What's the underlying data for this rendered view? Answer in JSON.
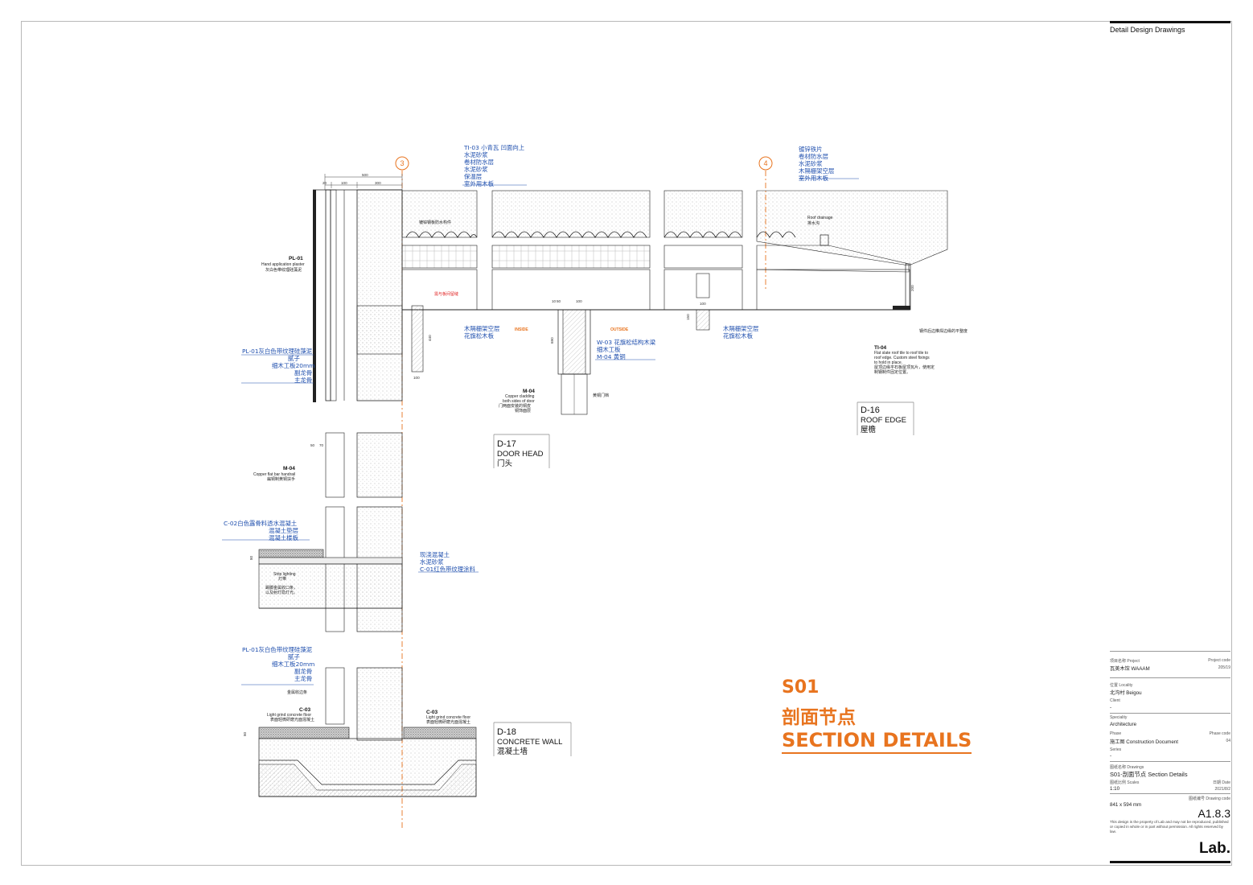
{
  "title_block": {
    "header": "Detail Design Drawings",
    "project_label": "项目名称 Project",
    "project_code_label": "Project code",
    "project_value": "瓦美木馆 WAAAM",
    "project_code_value": "205/19",
    "locality_label": "位置 Locality",
    "locality_value": "北沟村 Beigou",
    "client_label": "Client",
    "client_value": "-",
    "speciality_label": "Speciality",
    "speciality_value": "Architecture",
    "phase_label": "Phase",
    "phase_code_label": "Phase code",
    "phase_value": "施工图 Construction Document",
    "phase_code_value": "04",
    "series_label": "Series",
    "series_value": "-",
    "drawings_label": "图纸名称 Drawings",
    "drawings_value": "S01-剖面节点 Section Details",
    "scales_label": "图纸比例 Scales",
    "date_label": "日期 Date",
    "scales_value": "1:10",
    "date_value": "2021/8/2",
    "drawing_code_label": "图纸编号 Drawing code",
    "size_value": "841 x 594 mm",
    "sheet_number": "A1.8.3",
    "note": "This design is the property of Lab and may not be reproduced, published or copied in whole or in part without permission. All rights reserved by law.",
    "logo": "Lab."
  },
  "sheet_title": {
    "code": "S01",
    "cn": "剖面节点",
    "en": "SECTION DETAILS"
  },
  "grid": {
    "g3": "3",
    "g4": "4"
  },
  "details": {
    "d16": {
      "code": "D-16",
      "en": "ROOF EDGE",
      "cn": "屋檐"
    },
    "d17": {
      "code": "D-17",
      "en": "DOOR HEAD",
      "cn": "门头"
    },
    "d18": {
      "code": "D-18",
      "en": "CONCRETE WALL",
      "cn": "混凝土墙"
    }
  },
  "annotations": {
    "ti03": [
      "TI-03 小青瓦 凹面向上",
      "水泥砂浆",
      "卷材防水层",
      "水泥砂浆",
      "保温层",
      "室外用木板"
    ],
    "roof_right": [
      "镀锌铁片",
      "卷材防水层",
      "水泥砂浆",
      "木隔栅架空层",
      "室外用木板"
    ],
    "flashing": "镀锌钢板防水构件",
    "roof_drainage": [
      "Roof drainage",
      "排水沟"
    ],
    "pl01_head": "PL-01",
    "pl01_lines": [
      "Hand application plaster",
      "灰白色带纹理硅藻泥"
    ],
    "red_note": "需与板间留缝",
    "inside": "INSIDE",
    "outside": "OUTSIDE",
    "batten_left": [
      "木隔栅架空层",
      "花旗松木板"
    ],
    "batten_right": [
      "木隔栅架空层",
      "花旗松木板"
    ],
    "w03": [
      "W-03 花旗松结构木梁",
      "细木工板",
      "M-04 黄铜"
    ],
    "pl01_stack_top": [
      "PL-01灰白色带纹理硅藻泥",
      "腻子",
      "细木工板20mm",
      "副龙骨",
      "主龙骨"
    ],
    "m04_door_head": "M-04",
    "m04_door_lines": [
      "Copper cladding",
      "both sides of door",
      "门两面安装的铜皮",
      "铜饰面层"
    ],
    "brass_frame": "黄铜门档",
    "ti04_head": "TI-04",
    "ti04_lines": [
      "Flat slate roof tile to roof tile to",
      "roof edge. Custom steel fixings",
      "to hold in place.",
      "屋顶边缘平石板屋顶瓦片，使用定",
      "制钢制件固定位置。"
    ],
    "steel_note": "钢件后边推焊边缘的平整度",
    "m04_handrail_head": "M-04",
    "m04_handrail_lines": [
      "Copper flat bar handrail",
      "扁铜制黄铜扶手"
    ],
    "c02": [
      "C-02白色露骨料透水混凝土",
      "混凝土垫层",
      "混凝土楼板"
    ],
    "concrete_right": [
      "现浇混凝土",
      "水泥砂浆",
      "C-01红色带纹理涂料"
    ],
    "strip_light_lines": [
      "Strip lighting",
      "灯带"
    ],
    "strip_light_cn": [
      "踢脚金属收口条，",
      "以及射灯隐灯光。"
    ],
    "pl01_stack_bottom": [
      "PL-01灰白色带纹理硅藻泥",
      "腻子",
      "细木工板20mm",
      "副龙骨",
      "主龙骨"
    ],
    "metal_trim": "金属收边条",
    "c03_left_head": "C-03",
    "c03_left_lines": [
      "Light grind concrete floor",
      "表面轻微研磨光面混凝土"
    ],
    "c03_right_head": "C-03",
    "c03_right_lines": [
      "Light grind concrete floor",
      "表面轻微研磨光面混凝土"
    ]
  },
  "dimensions": {
    "d500": "500",
    "d20": "20",
    "d100": "100",
    "d300": "300",
    "d50": "50",
    "d70": "70",
    "d440": "440",
    "d200": "200",
    "d10": "10",
    "d80": "80",
    "d150": "150",
    "d60": "60",
    "d90": "90",
    "d690": "690"
  }
}
